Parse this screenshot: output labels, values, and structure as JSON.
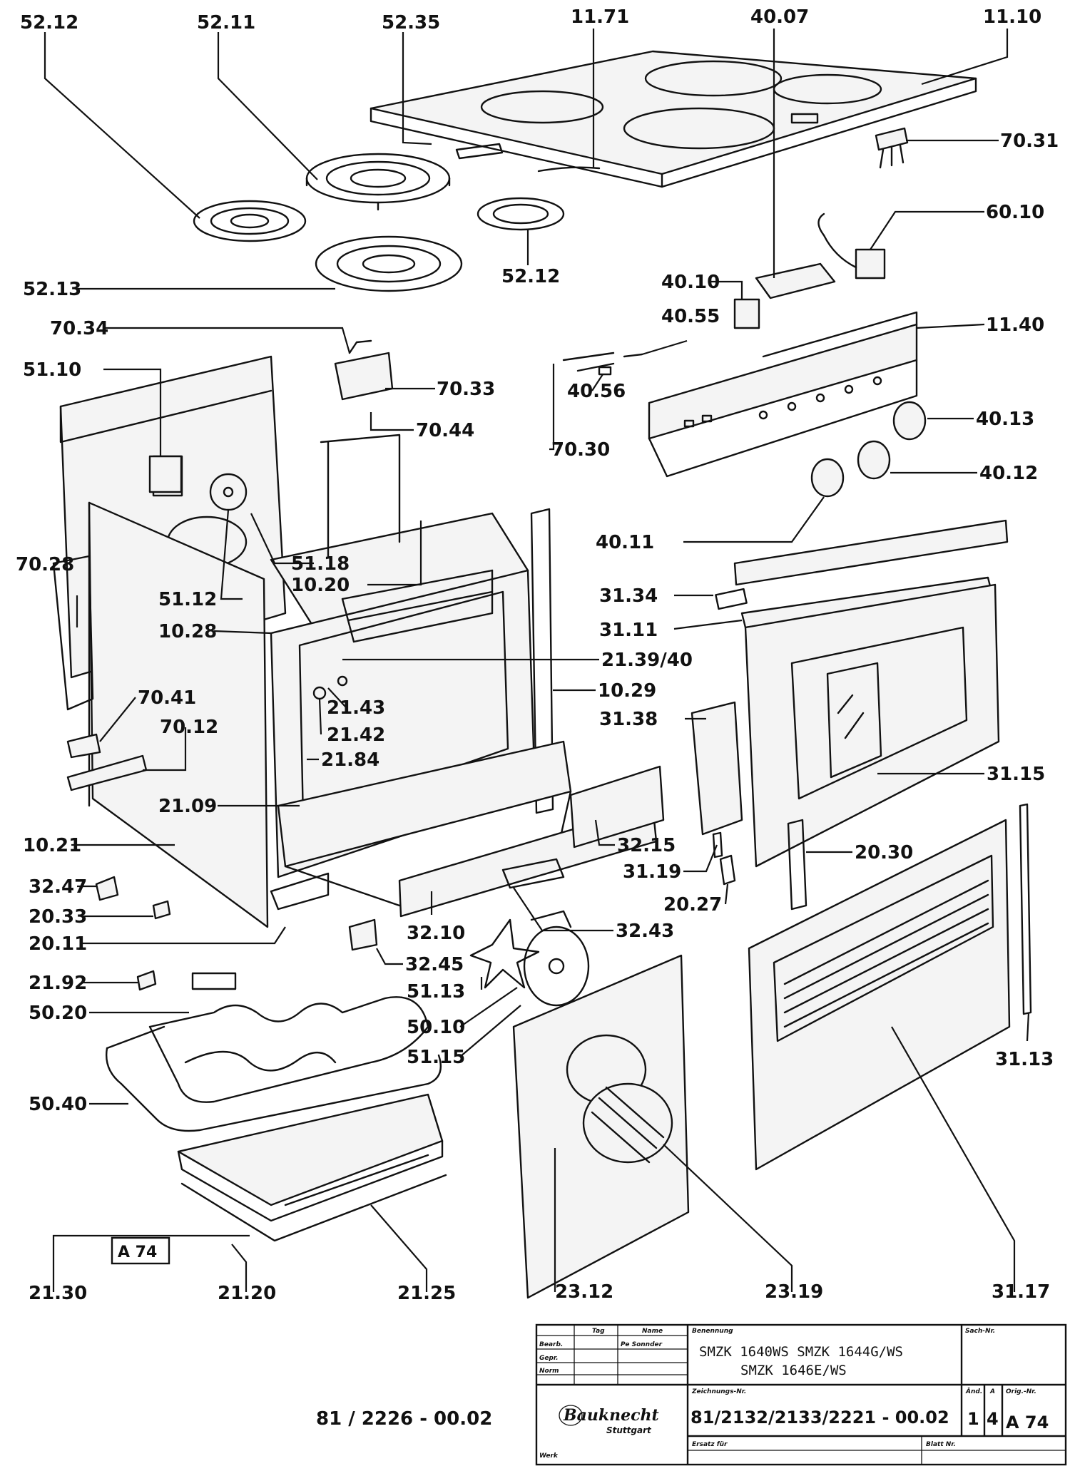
{
  "labels": [
    "52.12",
    "52.11",
    "52.35",
    "11.71",
    "40.07",
    "11.10",
    "70.31",
    "60.10",
    "52.13",
    "52.12",
    "40.10",
    "40.55",
    "11.40",
    "70.34",
    "51.10",
    "70.33",
    "70.44",
    "70.30",
    "40.56",
    "40.13",
    "40.12",
    "40.11",
    "70.28",
    "51.18",
    "10.20",
    "51.12",
    "31.34",
    "31.11",
    "10.28",
    "21.39/40",
    "70.41",
    "21.43",
    "10.29",
    "70.12",
    "21.42",
    "31.38",
    "21.84",
    "31.15",
    "21.09",
    "10.21",
    "32.15",
    "31.19",
    "20.30",
    "32.47",
    "20.27",
    "20.33",
    "20.11",
    "32.10",
    "32.43",
    "32.45",
    "21.92",
    "51.13",
    "50.20",
    "50.10",
    "51.15",
    "50.40",
    "31.13",
    "A 74",
    "21.30",
    "21.20",
    "21.25",
    "23.12",
    "23.19",
    "31.17"
  ],
  "drawing_number": "81 / 2226 - 00.02",
  "title_block": {
    "col_tag": "Tag",
    "col_name": "Name",
    "col_designation": "Benennung",
    "col_sheet_no": "Sach-Nr.",
    "row_bearb": "Bearb.",
    "row_gepr": "Gepr.",
    "row_norm": "Norm",
    "bearb_name": "Pe Sonnder",
    "designation_line1": "SMZK 1640WS  SMZK 1644G/WS",
    "designation_line2": "SMZK 1646E/WS",
    "drawing_no_label": "Zeichnungs-Nr.",
    "drawing_no": "81/2132/2133/2221 - 00.02",
    "aend_label": "Änd.",
    "aend_value": "1",
    "a_label": "A",
    "a_value": "4",
    "orig_label": "Orig.-Nr.",
    "orig_value": "A 74",
    "brand": "Bauknecht",
    "brand_sub": "Stuttgart",
    "werk_label": "Werk",
    "ersatz_label": "Ersatz für",
    "blatt_label": "Blatt Nr."
  }
}
